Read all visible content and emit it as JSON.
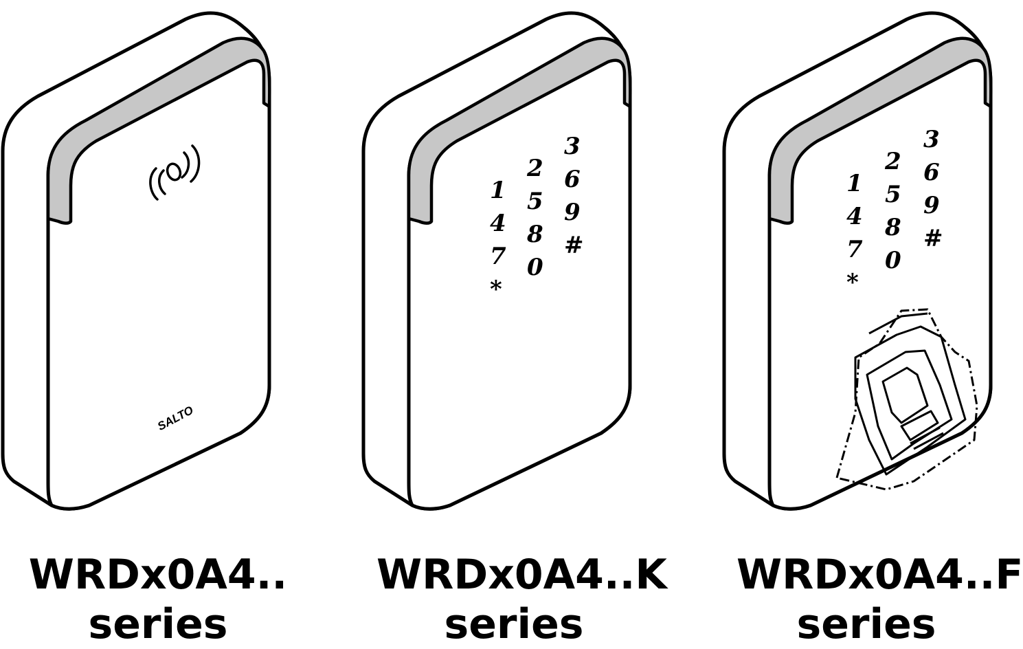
{
  "devices": [
    {
      "model": "WRDx0A4..",
      "series": "series",
      "brand_logo": "SALTO",
      "icon": "contactless-icon"
    },
    {
      "model": "WRDx0A4..K",
      "series": "series",
      "keypad": [
        "1",
        "2",
        "3",
        "4",
        "5",
        "6",
        "7",
        "8",
        "9",
        "*",
        "0",
        "#"
      ]
    },
    {
      "model": "WRDx0A4..F",
      "series": "series",
      "keypad": [
        "1",
        "2",
        "3",
        "4",
        "5",
        "6",
        "7",
        "8",
        "9",
        "*",
        "0",
        "#"
      ],
      "icon": "fingerprint-sensor-icon"
    }
  ]
}
